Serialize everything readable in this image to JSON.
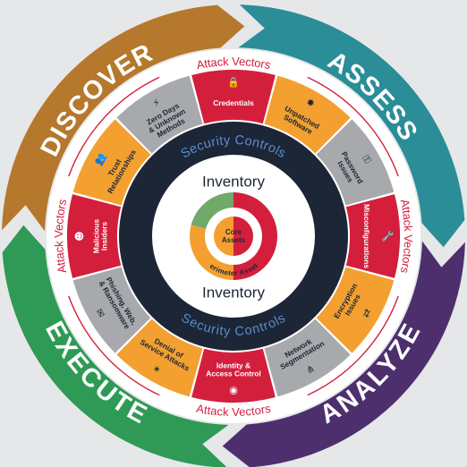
{
  "outer_ring": [
    {
      "label": "DISCOVER",
      "color": "#b5782c"
    },
    {
      "label": "ASSESS",
      "color": "#2a8d98"
    },
    {
      "label": "ANALYZE",
      "color": "#4d2f6e"
    },
    {
      "label": "EXECUTE",
      "color": "#2f9a55"
    }
  ],
  "attack_vectors_label": "Attack Vectors",
  "segments": [
    {
      "lines": [
        "Credentials"
      ],
      "color": "#d31f3c",
      "text_color": "#ffffff",
      "icon": "lock-icon",
      "glyph": "🔒"
    },
    {
      "lines": [
        "Unpatched",
        "Software"
      ],
      "color": "#f3a030",
      "text_color": "#1c2636",
      "icon": "bug-icon",
      "glyph": "✸"
    },
    {
      "lines": [
        "Password",
        "Issues"
      ],
      "color": "#a7a9ac",
      "text_color": "#1c2636",
      "icon": "key-icon",
      "glyph": "⚿"
    },
    {
      "lines": [
        "Misconfigurations"
      ],
      "color": "#d31f3c",
      "text_color": "#ffffff",
      "icon": "wrench-icon",
      "glyph": "🔧"
    },
    {
      "lines": [
        "Encryption",
        "Issues"
      ],
      "color": "#f3a030",
      "text_color": "#1c2636",
      "icon": "exchange-icon",
      "glyph": "⇄"
    },
    {
      "lines": [
        "Network",
        "Segmentation"
      ],
      "color": "#a7a9ac",
      "text_color": "#1c2636",
      "icon": "network-icon",
      "glyph": "⋔"
    },
    {
      "lines": [
        "Identity &",
        "Access Control"
      ],
      "color": "#d31f3c",
      "text_color": "#ffffff",
      "icon": "eye-icon",
      "glyph": "◉"
    },
    {
      "lines": [
        "Denial of",
        "Service Attacks"
      ],
      "color": "#f3a030",
      "text_color": "#1c2636",
      "icon": "burst-icon",
      "glyph": "✶"
    },
    {
      "lines": [
        "Phishing, Web,",
        "& Ransomware"
      ],
      "color": "#a7a9ac",
      "text_color": "#1c2636",
      "icon": "book-icon",
      "glyph": "✉"
    },
    {
      "lines": [
        "Malicious",
        "Insiders"
      ],
      "color": "#d31f3c",
      "text_color": "#ffffff",
      "icon": "insider-icon",
      "glyph": "☻"
    },
    {
      "lines": [
        "Trust",
        "Relationships"
      ],
      "color": "#f3a030",
      "text_color": "#1c2636",
      "icon": "people-icon",
      "glyph": "👥"
    },
    {
      "lines": [
        "Zero Days",
        "& Unknown",
        "Methods"
      ],
      "color": "#a7a9ac",
      "text_color": "#1c2636",
      "icon": "lightning-icon",
      "glyph": "⚡"
    }
  ],
  "security_controls_label": "Security Controls",
  "inventory_label": "Inventory",
  "core_label_lines": [
    "Core",
    "Assets"
  ],
  "perimeter_label": "Perimeter Assets",
  "colors": {
    "navy": "#1c2636",
    "red": "#d31f3c",
    "orange": "#f3a030",
    "green": "#6faa6b",
    "blue_text": "#5b8fcd",
    "background": "#e6e7e8"
  }
}
